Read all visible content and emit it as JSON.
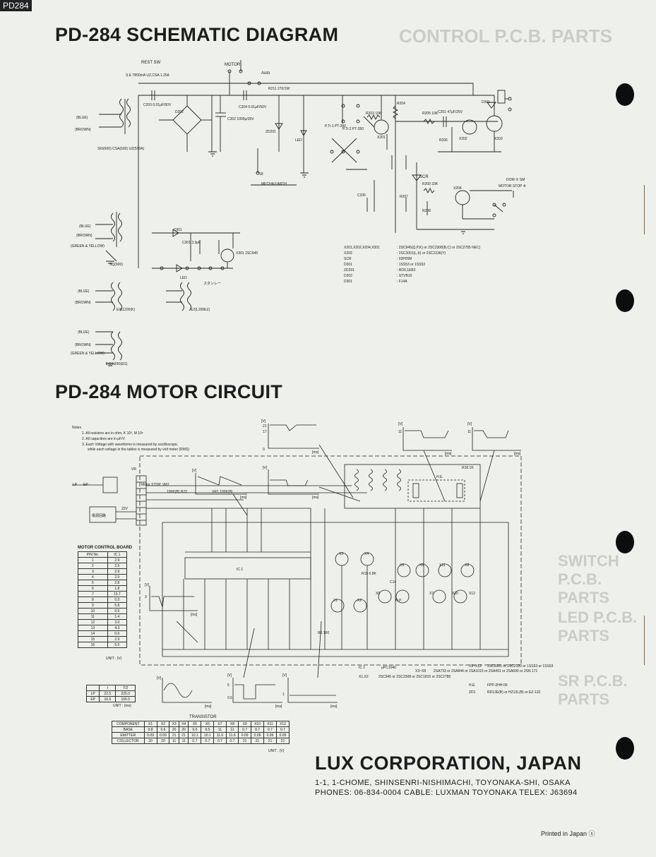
{
  "page": {
    "sheet_tag": "PD284",
    "titles": {
      "schematic": "PD-284 SCHEMATIC DIAGRAM",
      "motor": "PD-284 MOTOR CIRCUIT"
    },
    "ghost_text": [
      "CONTROL P.C.B. PARTS",
      "SWITCH P.C.B. PARTS",
      "LED P.C.B. PARTS",
      "SR P.C.B. PARTS"
    ]
  },
  "schematic": {
    "rest_sw": "REST SW",
    "motor_label": "MOTOR",
    "auto_label": "Auto",
    "mecha_earth": "MECHA EARTH",
    "standby": "スタンレー",
    "scr_label": "SCR",
    "dom_sm": "DOM ⑤ SM",
    "motor_stop": "MOTOR STOP ⑥",
    "labels": {
      "fuse": "S.E T800mA UZ,CSA 1.25A",
      "c203": "C203 0.01μF/50V",
      "c204": "C204 0.01μF/50V",
      "r211": "R211 270/1W",
      "d202": "D202",
      "c202": "C202 1000μ/35V",
      "zd201": "ZD201",
      "led": "LED",
      "ptr1": "P.Tr.1 PT-350",
      "ptr2": "P.Tr.2 PT-350",
      "r203": "R203 10K",
      "r204": "R204",
      "x201": "X201",
      "r205": "R205 10K",
      "c201": "C201 47μF/25V",
      "d201": "D201",
      "x202": "X202",
      "x203": "X203",
      "r206": "R206",
      "r209": "R209 33K",
      "x204": "X204",
      "r208": "R208",
      "r207": "R207",
      "c205": "C205",
      "d301": "D301",
      "x301": "X301 2SC945",
      "c301": "C301 3.3μF",
      "blue": "(BLUE)",
      "brown": "(BROWN)",
      "green_yellow": "(GREEN & YELLOW)",
      "ski": "SKI(600) CSA(600) UZ(500A)",
      "sq": "SQ(900)",
      "ex": "EX(1200(K)",
      "ez": "EZ(L200EZ)",
      "eg": "EG(L200(EG)",
      "led2": "LED",
      "n18": "18"
    },
    "parts_list": [
      {
        "ref": "X201,X202,X204,X301",
        "value": ": 2SC945(Q,P,K) or 2SC2308(B,C) or 2SC2785 NEC)"
      },
      {
        "ref": "X203",
        "value": ": 2SC2001(L,K) or 2SC2236(Y)"
      },
      {
        "ref": "SCR",
        "value": ": 03P05M"
      },
      {
        "ref": "D201",
        "value": ": 1SS53 or 1SS53"
      },
      {
        "ref": "ZD201",
        "value": ": RD9,1EB3"
      },
      {
        "ref": "D202",
        "value": ": STVB10"
      },
      {
        "ref": "D301",
        "value": ": F14A"
      }
    ]
  },
  "motor": {
    "notes": [
      "Notes",
      "1. All resistors are in ohm, K 10³, M 10⁶",
      "2. All capacitors are in μF/V",
      "3. Each Voltage with waveforms is measured by oscilloscope,",
      "while each voltage in the tables is measured by volt meter (RMS)"
    ],
    "labels": {
      "lp_ep": "LP",
      "ep": "EP",
      "motor_stop_vr2": "Motor STOP, VR2",
      "r23": "100K(B) R23",
      "vr1": "VR1 100K(B)",
      "power": "電源回路",
      "v22": "22V",
      "ic1": "IC 1",
      "he": "H.E.",
      "r18": "R18 1K",
      "x3": "X3",
      "x4": "X4",
      "x5": "X5",
      "x6": "X6",
      "x7": "X7",
      "x8": "X8",
      "x9": "X9",
      "x10": "X10",
      "x11": "X11",
      "x12": "X12",
      "x1": "X1",
      "x2": "X2",
      "r15": "R15 6.8K",
      "c14": "C14",
      "r8_100": "R8 100",
      "vr": "VR",
      "np": "N.P."
    },
    "board_title": "MOTOR CONTROL BOARD",
    "board_headers": [
      "PIN No.",
      "IC 1"
    ],
    "board_rows": [
      [
        "1",
        "2.9"
      ],
      [
        "2",
        "2.5"
      ],
      [
        "3",
        "2.9"
      ],
      [
        "4",
        "2.5"
      ],
      [
        "5",
        "2.8"
      ],
      [
        "6",
        "1.8"
      ],
      [
        "7",
        "13.7"
      ],
      [
        "8",
        "0.0"
      ],
      [
        "9",
        "5.8"
      ],
      [
        "10",
        "0.6"
      ],
      [
        "11",
        "1.4"
      ],
      [
        "12",
        "3.0"
      ],
      [
        "13",
        "4.3"
      ],
      [
        "14",
        "0.6"
      ],
      [
        "15",
        "2.9"
      ],
      [
        "16",
        "5.5"
      ]
    ],
    "board_unit": "UNIT : (V)",
    "speed_headers": [
      "",
      "t",
      "T/2"
    ],
    "speed_rows": [
      [
        "LP",
        "22.5",
        "225.0"
      ],
      [
        "EP",
        "16.6",
        "166.6"
      ]
    ],
    "speed_unit": "UNIT : (ms)",
    "transistor_title": "TRANSISTOR",
    "transistor_headers": [
      "COMPONENT",
      "X1",
      "X2",
      "X3",
      "X4",
      "X5",
      "X6",
      "X7",
      "X8",
      "X9",
      "X10",
      "X11",
      "X12"
    ],
    "transistor_rows": [
      [
        "BASE",
        "0.8",
        "0.6",
        "20",
        "20",
        "9.5",
        "9.5",
        "11",
        "11",
        "0.7",
        "0.7",
        "0.7",
        "0.7"
      ],
      [
        "EMITTER",
        "0.09",
        "0.09",
        "21",
        "21",
        "10.1",
        "10.1",
        "11.6",
        "11.6",
        "0.09",
        "0.09",
        "0.09",
        "0.09"
      ],
      [
        "COLLECTOR",
        "20",
        "20",
        "11",
        "11",
        "0.7",
        "0.7",
        "0.7",
        "0.7",
        "21",
        "21",
        "21",
        "21"
      ]
    ],
    "transistor_unit": "UNIT : (V)",
    "parts": [
      {
        "ref": "IC 1",
        "value": "μPC1040"
      },
      {
        "ref": "X1,X2",
        "value": "2SC945 or 2SC2308 or 2SC1815 or 2SC2785"
      },
      {
        "ref": "X3~X8",
        "value": "2SA733 or 2SA844 or 2SA1015 or 2SA491 or 2SA690 or 2SN 171"
      },
      {
        "ref": "X9~X12",
        "value": "2SC2001 or 2SC2120 or 1SS53 or 1SS53"
      },
      {
        "ref": "H.E.",
        "value": "FPP-2HH-06"
      },
      {
        "ref": "ZD1",
        "value": "RD13E(B) or HZ12L(B) or EZ-132"
      }
    ],
    "wave": {
      "v_label": "[V]",
      "ms_label": "[ms]",
      "t_label": "T",
      "values": [
        "21",
        "17",
        "11",
        "5",
        "3",
        "0",
        "0.5",
        "1"
      ]
    }
  },
  "footer": {
    "company": "LUX CORPORATION, JAPAN",
    "address": "1-1, 1-CHOME, SHINSENRI-NISHIMACHI, TOYONAKA-SHI, OSAKA",
    "phones": "PHONES: 06-834-0004 CABLE: LUXMAN TOYONAKA TELEX: J63694",
    "printed": "Printed in Japan ⓢ"
  }
}
